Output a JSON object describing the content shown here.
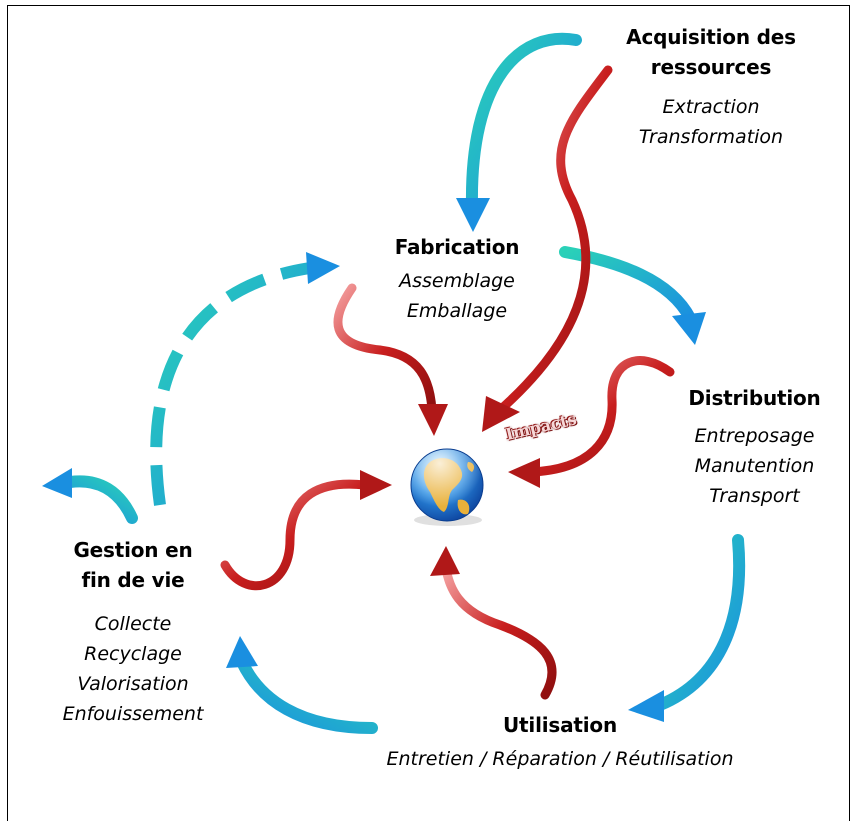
{
  "stages": {
    "acquisition": {
      "title_line1": "Acquisition des",
      "title_line2": "ressources",
      "items": [
        "Extraction",
        "Transformation"
      ]
    },
    "fabrication": {
      "title": "Fabrication",
      "items": [
        "Assemblage",
        "Emballage"
      ]
    },
    "distribution": {
      "title": "Distribution",
      "items": [
        "Entreposage",
        "Manutention",
        "Transport"
      ]
    },
    "utilisation": {
      "title": "Utilisation",
      "items_line": "Entretien / Réparation / Réutilisation"
    },
    "gestion": {
      "title_line1": "Gestion en",
      "title_line2": "fin de vie",
      "items": [
        "Collecte",
        "Recyclage",
        "Valorisation",
        "Enfouissement"
      ]
    }
  },
  "impacts_label": "Impacts",
  "colors": {
    "cycle_arrow_start": "#2ad1b8",
    "cycle_arrow_end": "#1a8fe0",
    "impact_arrow": "#c81e1e",
    "impact_arrow_light": "#f4a0a0",
    "globe_ocean": "#1f7fd6",
    "globe_land": "#e9b13a"
  },
  "icons": [
    "globe-icon"
  ]
}
